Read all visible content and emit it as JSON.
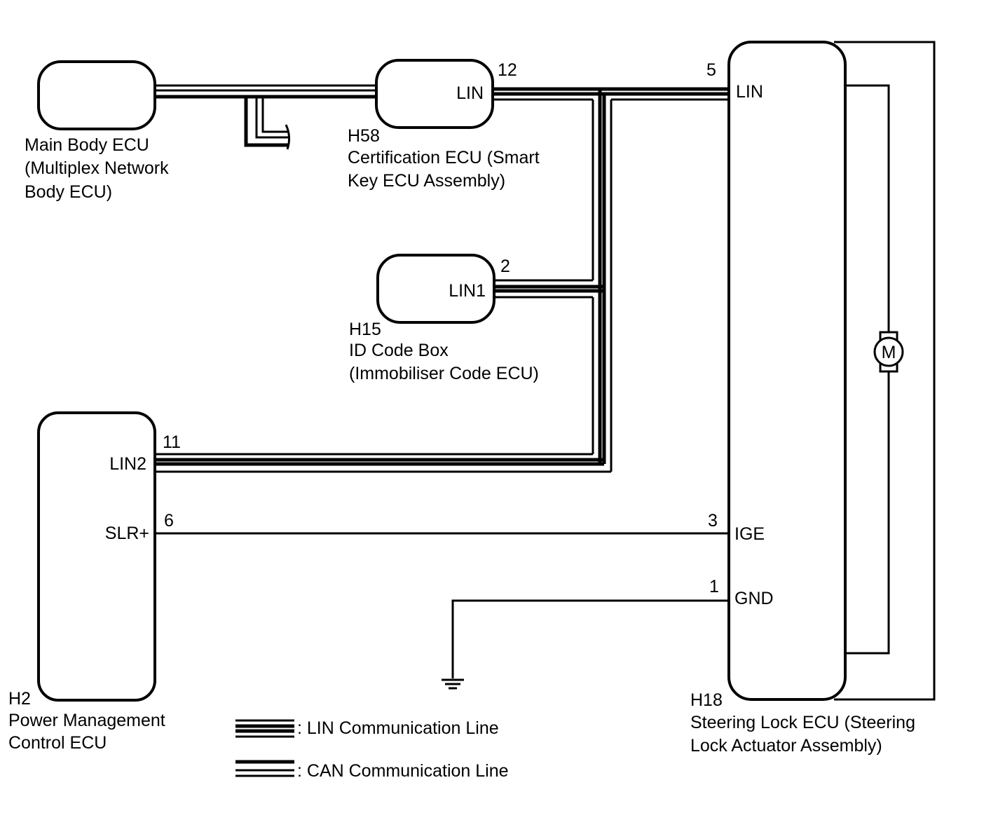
{
  "components": {
    "main_body_ecu": {
      "name_lines": [
        "Main Body ECU",
        "(Multiplex Network",
        "Body ECU)"
      ]
    },
    "certification_ecu": {
      "code": "H58",
      "name_lines": [
        "Certification ECU (Smart",
        "Key ECU Assembly)"
      ],
      "pin_label": "LIN",
      "pin_number": "12"
    },
    "id_code_box": {
      "code": "H15",
      "name_lines": [
        "ID Code Box",
        "(Immobiliser Code ECU)"
      ],
      "pin_label": "LIN1",
      "pin_number": "2"
    },
    "power_management_ecu": {
      "code": "H2",
      "name_lines": [
        "Power Management",
        "Control ECU"
      ],
      "pins": [
        {
          "label": "LIN2",
          "number": "11"
        },
        {
          "label": "SLR+",
          "number": "6"
        }
      ]
    },
    "steering_lock_ecu": {
      "code": "H18",
      "name_lines": [
        "Steering Lock ECU (Steering",
        "Lock Actuator Assembly)"
      ],
      "pins": [
        {
          "label": "LIN",
          "number": "5"
        },
        {
          "label": "IGE",
          "number": "3"
        },
        {
          "label": "GND",
          "number": "1"
        }
      ],
      "motor_symbol": "M"
    }
  },
  "legend": [
    {
      "style": "lin",
      "label": ": LIN Communication Line"
    },
    {
      "style": "can",
      "label": ": CAN Communication Line"
    }
  ],
  "colors": {
    "line": "#000000",
    "background": "#ffffff"
  }
}
